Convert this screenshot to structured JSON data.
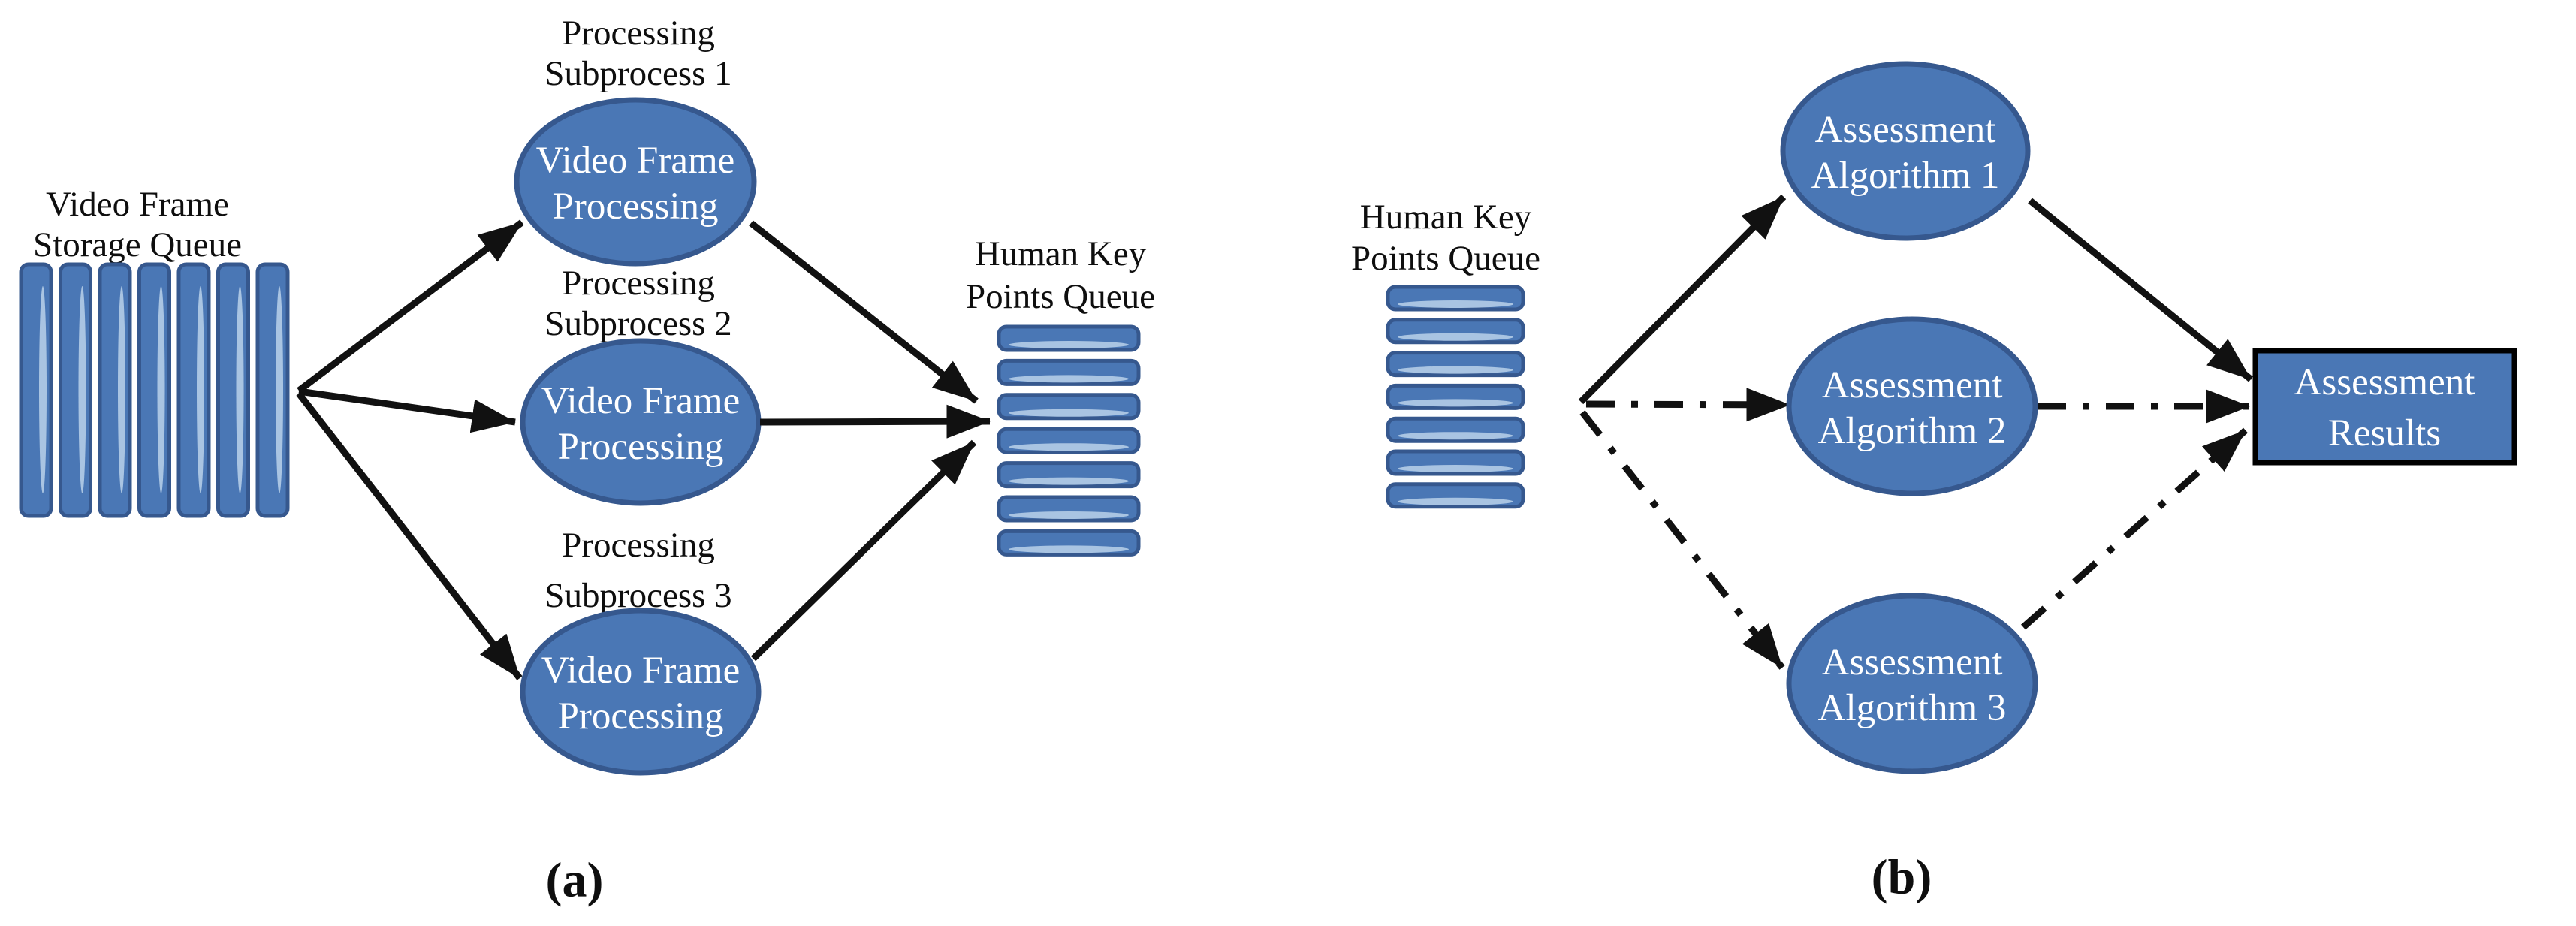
{
  "figure": {
    "type": "flow-diagram",
    "panel_a": {
      "input_queue": {
        "label_line1": "Video Frame",
        "label_line2": "Storage Queue",
        "frame_count": 7
      },
      "subprocesses": [
        {
          "title_line1": "Processing",
          "title_line2": "Subprocess 1",
          "node_line1": "Video Frame",
          "node_line2": "Processing"
        },
        {
          "title_line1": "Processing",
          "title_line2": "Subprocess 2",
          "node_line1": "Video Frame",
          "node_line2": "Processing"
        },
        {
          "title_line1": "Processing",
          "title_line2": "Subprocess 3",
          "node_line1": "Video Frame",
          "node_line2": "Processing"
        }
      ],
      "output_queue": {
        "label_line1": "Human Key",
        "label_line2": "Points Queue",
        "frame_count": 7
      },
      "caption": "(a)"
    },
    "panel_b": {
      "input_queue": {
        "label_line1": "Human Key",
        "label_line2": "Points Queue",
        "frame_count": 7
      },
      "algorithms": [
        {
          "node_line1": "Assessment",
          "node_line2": "Algorithm 1"
        },
        {
          "node_line1": "Assessment",
          "node_line2": "Algorithm 2"
        },
        {
          "node_line1": "Assessment",
          "node_line2": "Algorithm 3"
        }
      ],
      "results_box": {
        "line1": "Assessment",
        "line2": "Results"
      },
      "caption": "(b)"
    },
    "colors": {
      "node_fill": "#4a77b5",
      "node_border": "#36588e",
      "bar_highlight": "#a9c4e2",
      "text_on_node": "#ffffff",
      "label_text": "#0e0e0e",
      "arrow": "#111111",
      "results_border": "#000000"
    }
  }
}
